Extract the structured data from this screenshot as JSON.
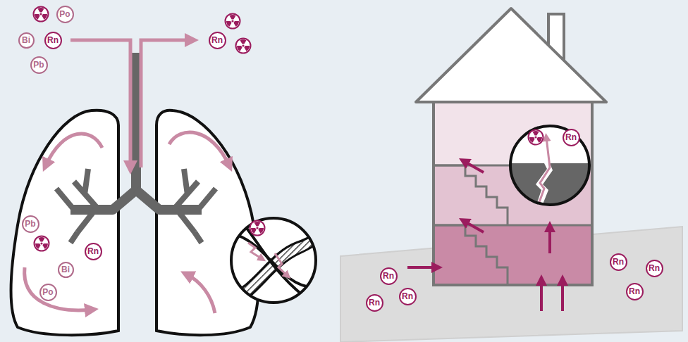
{
  "diagram": {
    "nodes": [
      {
        "text": [
          "Po"
        ]
      },
      {
        "text": [
          "Bi"
        ]
      },
      {
        "text": [
          "Rn"
        ]
      },
      {
        "text": [
          "Pb"
        ]
      },
      {
        "text": [
          "Rn"
        ]
      },
      {
        "text": [
          "Pb"
        ]
      },
      {
        "text": [
          "Rn"
        ]
      },
      {
        "text": [
          "Bi"
        ]
      },
      {
        "text": [
          "Po"
        ]
      },
      {
        "text": [
          "Rn"
        ]
      },
      {
        "text": [
          "Rn"
        ]
      },
      {
        "text": [
          "Rn"
        ]
      },
      {
        "text": [
          "Rn"
        ]
      },
      {
        "text": [
          "Rn"
        ]
      },
      {
        "text": [
          "Rn"
        ]
      },
      {
        "text": [
          "Rn"
        ]
      }
    ]
  }
}
